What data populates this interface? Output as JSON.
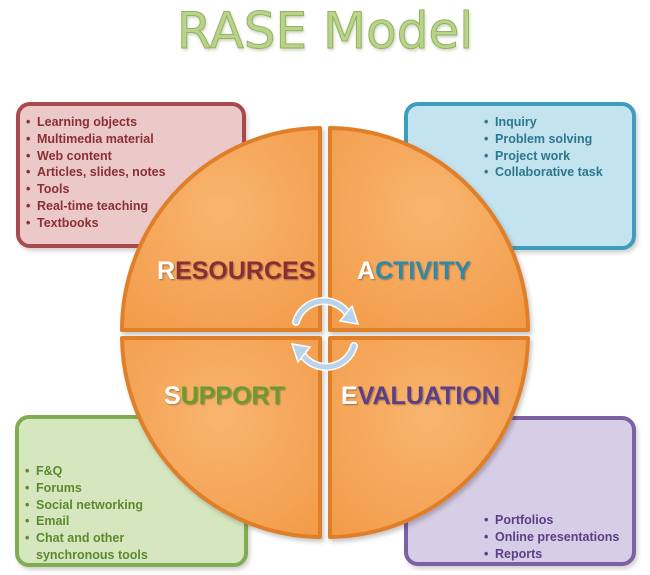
{
  "title": "RASE Model",
  "quadrants": {
    "resources": {
      "initial": "R",
      "rest": "ESOURCES",
      "initial_color": "#ffffff",
      "rest_color": "#8a2f34"
    },
    "activity": {
      "initial": "A",
      "rest": "CTIVITY",
      "initial_color": "#ffffff",
      "rest_color": "#2e8aa8"
    },
    "support": {
      "initial": "S",
      "rest": "UPPORT",
      "initial_color": "#ffffff",
      "rest_color": "#6a9b2f"
    },
    "evaluation": {
      "initial": "E",
      "rest": "VALUATION",
      "initial_color": "#ffffff",
      "rest_color": "#5b3f87"
    }
  },
  "boxes": {
    "resources": {
      "items": [
        "Learning objects",
        "Multimedia material",
        "Web content",
        "Articles, slides, notes",
        "Tools",
        "Real-time teaching",
        "Textbooks"
      ]
    },
    "activity": {
      "items": [
        "Inquiry",
        "Problem solving",
        "Project work",
        "Collaborative task"
      ]
    },
    "support": {
      "items": [
        "F&Q",
        "Forums",
        "Social networking",
        "Email",
        "Chat and other",
        "synchronous tools"
      ]
    },
    "evaluation": {
      "items": [
        "Portfolios",
        "Online presentations",
        "Reports"
      ]
    }
  },
  "colors": {
    "circle_fill": "#f6a65a",
    "circle_stroke": "#e07f2b",
    "arrow": "#b8d3ea"
  }
}
